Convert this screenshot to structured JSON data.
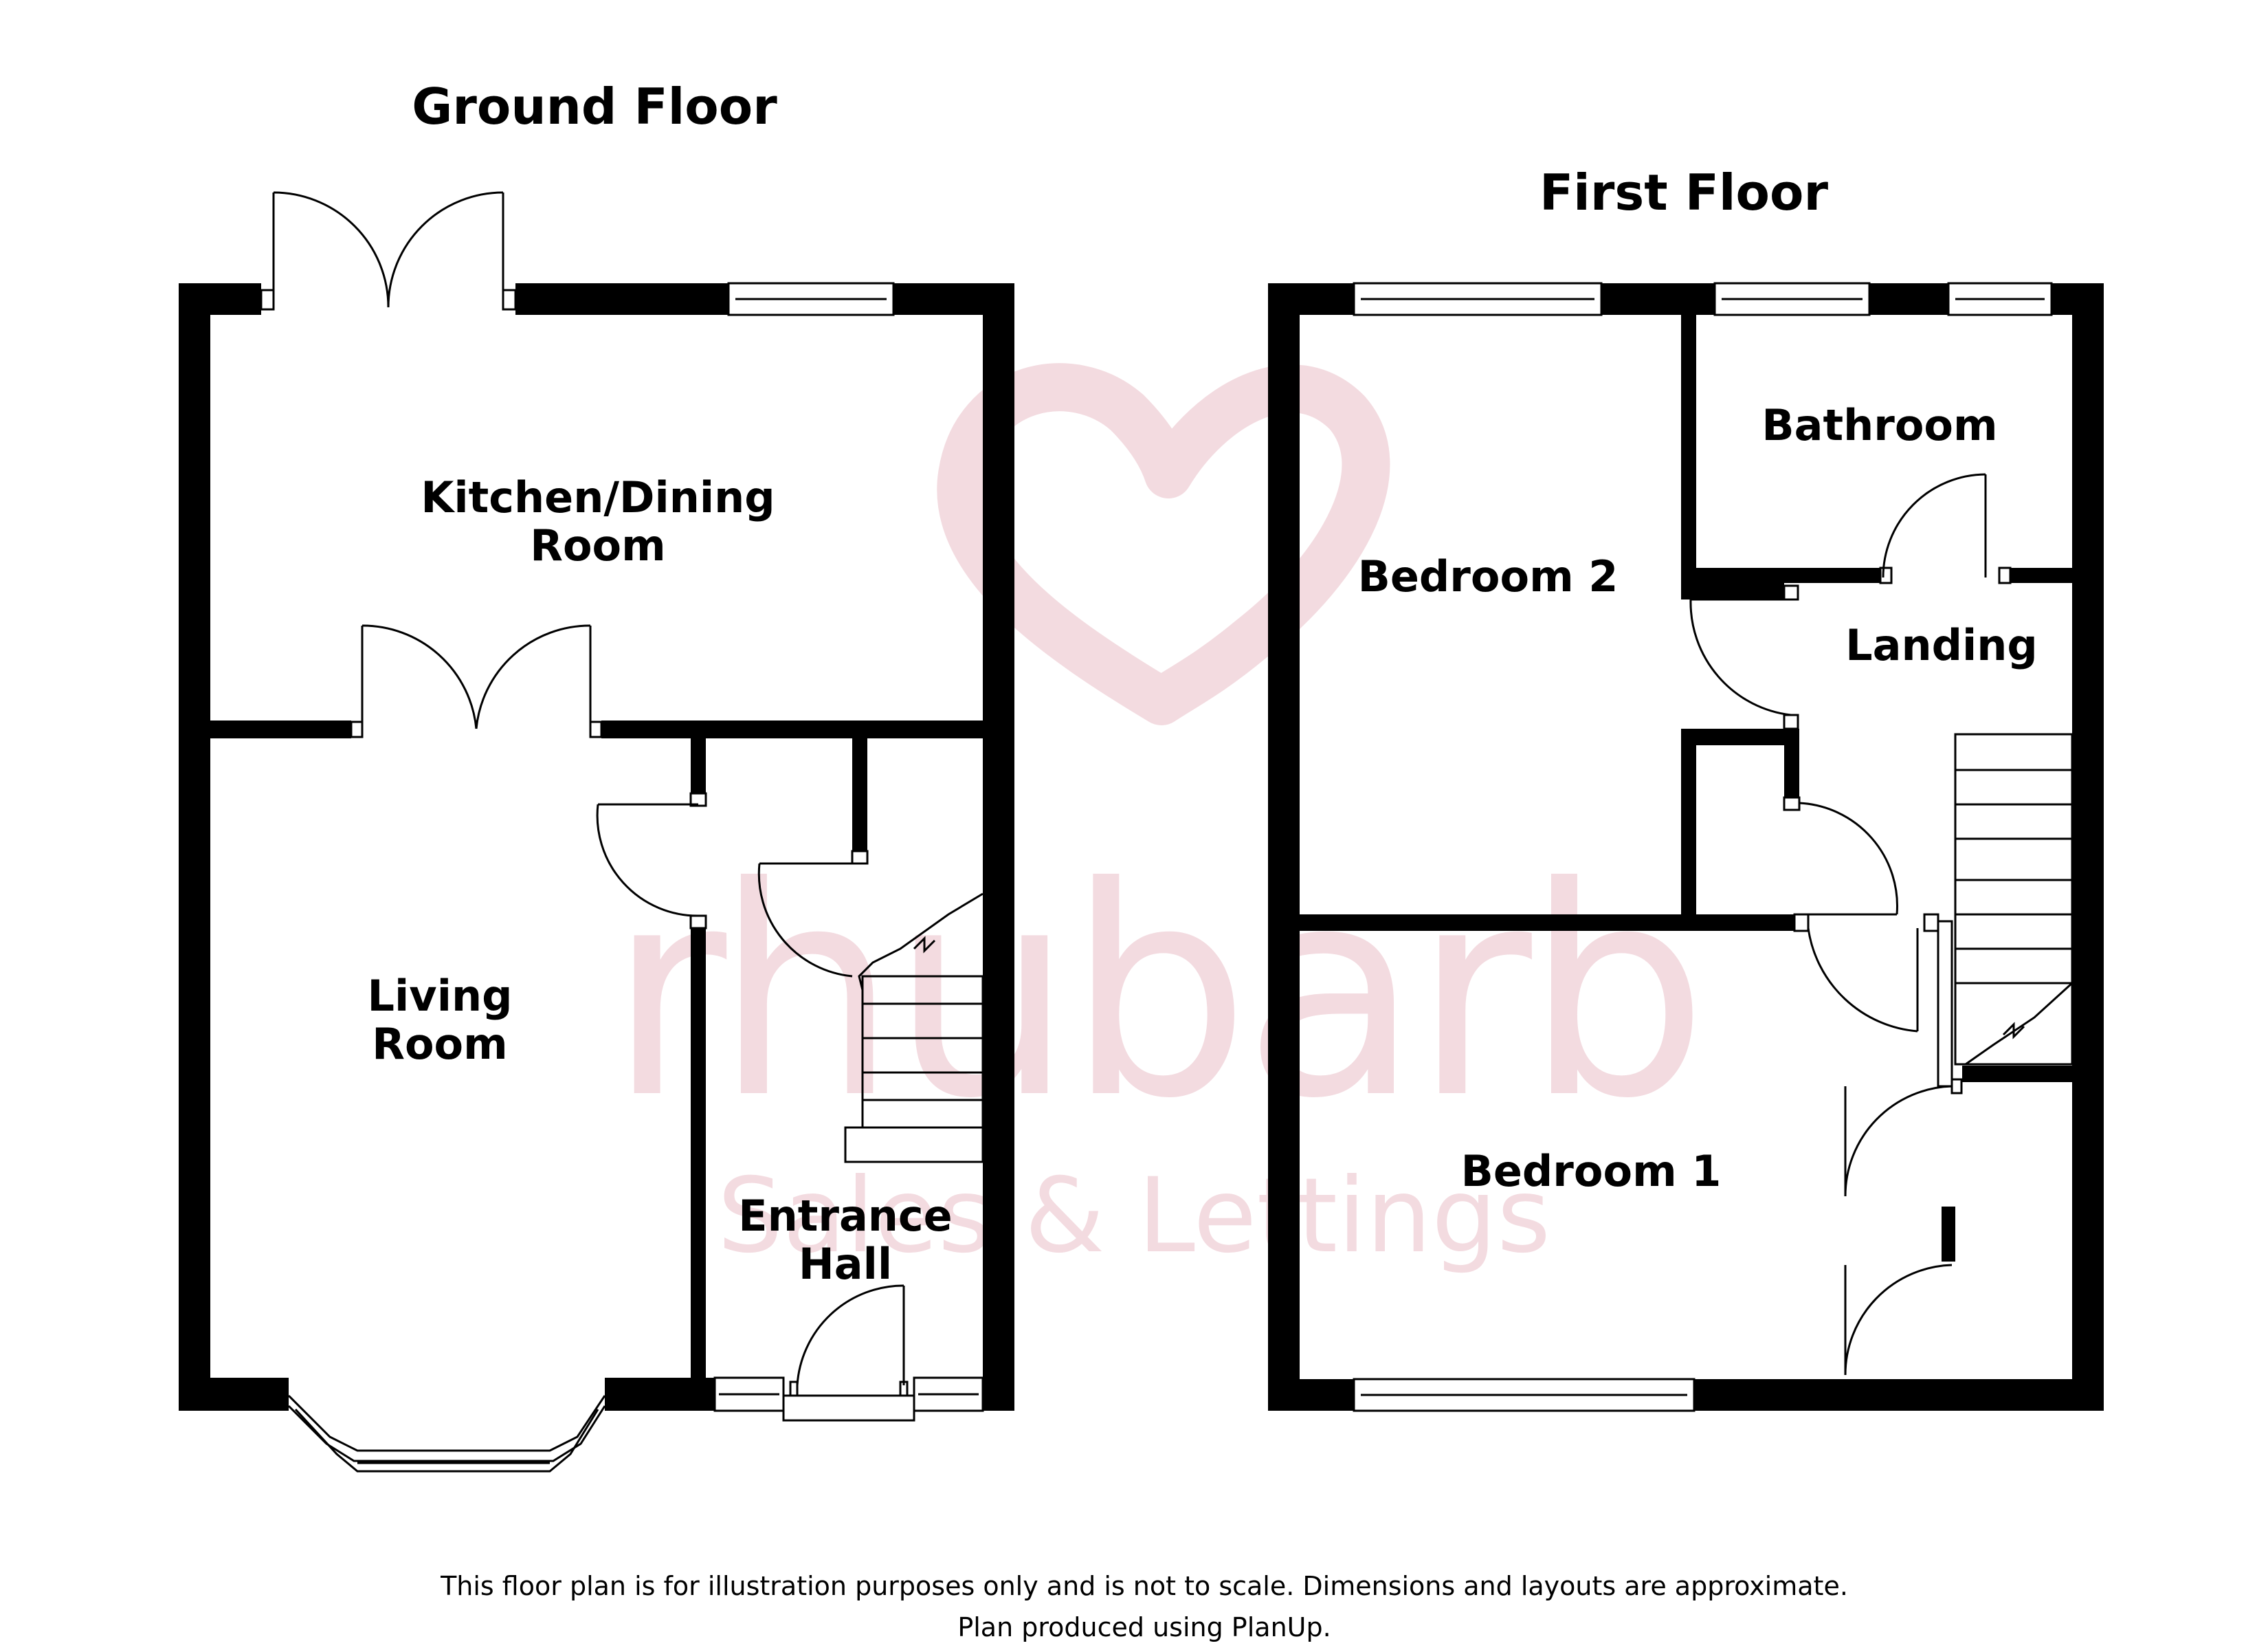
{
  "floors": {
    "ground": {
      "title": "Ground Floor",
      "rooms": {
        "kitchen_line1": "Kitchen/Dining",
        "kitchen_line2": "Room",
        "living_line1": "Living",
        "living_line2": "Room",
        "hall_line1": "Entrance",
        "hall_line2": "Hall"
      }
    },
    "first": {
      "title": "First Floor",
      "rooms": {
        "bathroom": "Bathroom",
        "bedroom2": "Bedroom 2",
        "landing": "Landing",
        "bedroom1": "Bedroom 1"
      }
    }
  },
  "watermark": {
    "brand": "rhubarb",
    "tagline": "Sales & Lettings",
    "color": "#f3dbe0"
  },
  "footer": {
    "line1": "This floor plan is for illustration purposes only and is not to scale. Dimensions and layouts are approximate.",
    "line2": "Plan produced using PlanUp."
  }
}
